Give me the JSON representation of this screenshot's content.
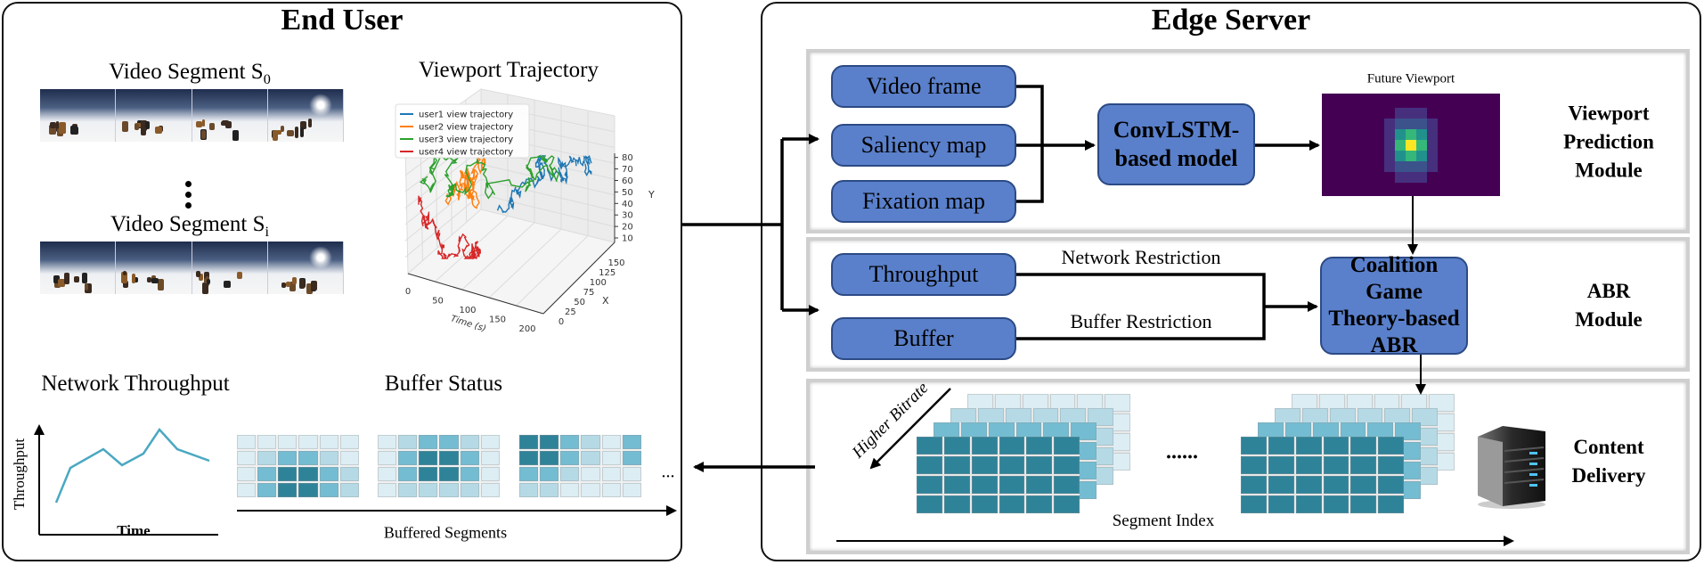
{
  "end_user": {
    "title": "End User",
    "video_segment_0": {
      "label": "Video Segment S",
      "subscript": "0"
    },
    "video_segment_i": {
      "label": "Video Segment S",
      "subscript": "i"
    },
    "viewport_trajectory": {
      "title": "Viewport Trajectory",
      "legend": [
        {
          "name": "user1 view trajectory",
          "color": "#1f77b4"
        },
        {
          "name": "user2 view trajectory",
          "color": "#ff7f0e"
        },
        {
          "name": "user3 view trajectory",
          "color": "#2ca02c"
        },
        {
          "name": "user4 view trajectory",
          "color": "#d62728"
        }
      ],
      "time_axis_label": "Time (s)",
      "time_ticks": [
        "0",
        "50",
        "100",
        "150",
        "200"
      ],
      "x_axis_label": "X",
      "x_ticks": [
        "0",
        "25",
        "50",
        "75",
        "100",
        "125",
        "150"
      ],
      "y_axis_label": "Y",
      "y_ticks": [
        "10",
        "20",
        "30",
        "40",
        "50",
        "60",
        "70",
        "80"
      ]
    },
    "network_throughput": {
      "title": "Network Throughput",
      "y_label": "Throughput",
      "x_label": "Time",
      "line_color": "#4aa8c2"
    },
    "buffer_status": {
      "title": "Buffer Status",
      "x_label": "Buffered Segments",
      "ellipsis": "...",
      "level_colors": [
        "#dcedf3",
        "#b5dae6",
        "#74bcd2",
        "#2e8399"
      ],
      "grids": [
        [
          [
            0,
            0,
            0,
            0,
            0,
            0
          ],
          [
            0,
            1,
            2,
            2,
            1,
            0
          ],
          [
            0,
            2,
            3,
            3,
            2,
            1
          ],
          [
            0,
            2,
            3,
            3,
            2,
            1
          ]
        ],
        [
          [
            0,
            1,
            2,
            2,
            1,
            0
          ],
          [
            0,
            2,
            3,
            3,
            2,
            0
          ],
          [
            0,
            2,
            3,
            3,
            2,
            0
          ],
          [
            0,
            1,
            1,
            1,
            1,
            0
          ]
        ],
        [
          [
            3,
            3,
            2,
            1,
            0,
            2
          ],
          [
            3,
            3,
            2,
            1,
            0,
            2
          ],
          [
            2,
            2,
            1,
            0,
            0,
            0
          ],
          [
            1,
            1,
            0,
            0,
            0,
            0
          ]
        ]
      ]
    }
  },
  "edge_server": {
    "title": "Edge Server",
    "viewport_module": {
      "inputs": [
        "Video frame",
        "Saliency map",
        "Fixation map"
      ],
      "model": [
        "ConvLSTM-",
        "based model"
      ],
      "output_label": "Future Viewport",
      "name": [
        "Viewport",
        "Prediction",
        "Module"
      ]
    },
    "abr_module": {
      "inputs": [
        "Throughput",
        "Buffer"
      ],
      "network_restriction": "Network Restriction",
      "buffer_restriction": "Buffer Restriction",
      "model": [
        "Coalition Game",
        "Theory-based",
        "ABR"
      ],
      "name": [
        "ABR",
        "Module"
      ]
    },
    "content_delivery": {
      "higher_bitrate": "Higher Bitrate",
      "ellipsis": "......",
      "segment_index": "Segment Index",
      "name": [
        "Content",
        "Delivery"
      ],
      "layer_colors": [
        "#dcedf3",
        "#b5dae6",
        "#74bcd2",
        "#2e8399"
      ]
    },
    "box_color": "#5a80cb"
  }
}
